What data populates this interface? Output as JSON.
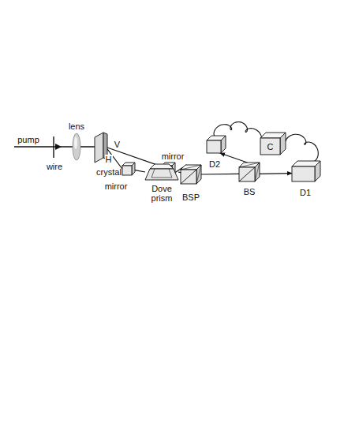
{
  "diagram": {
    "nodes": [
      {
        "text": [
          "crystal"
        ]
      },
      {
        "text": [
          "mirror"
        ]
      },
      {
        "text": [
          "mirror"
        ]
      },
      {
        "text": [
          "Dove prism"
        ]
      },
      {
        "text": [
          "BSP"
        ]
      },
      {
        "text": [
          "BS"
        ]
      },
      {
        "text": [
          "D2"
        ]
      },
      {
        "text": [
          "C"
        ]
      },
      {
        "text": [
          "D1"
        ]
      }
    ],
    "edges": [
      {
        "from": 0,
        "to": 1,
        "arrow": "none",
        "label": "V"
      },
      {
        "from": 0,
        "to": 2,
        "arrow": "none",
        "label": "H"
      },
      {
        "from": 1,
        "to": 4,
        "arrow": "none"
      },
      {
        "from": 2,
        "to": 3,
        "arrow": "none"
      },
      {
        "from": 3,
        "to": 4,
        "arrow": "none"
      },
      {
        "from": 4,
        "to": 5,
        "arrow": "none"
      },
      {
        "from": 5,
        "to": 8,
        "arrow": "to"
      },
      {
        "from": 5,
        "to": 6,
        "arrow": "to"
      },
      {
        "from": 6,
        "to": 7,
        "arrow": "none"
      },
      {
        "from": 7,
        "to": 8,
        "arrow": "none"
      }
    ],
    "labels": [
      "pump",
      "wire",
      "lens"
    ]
  }
}
